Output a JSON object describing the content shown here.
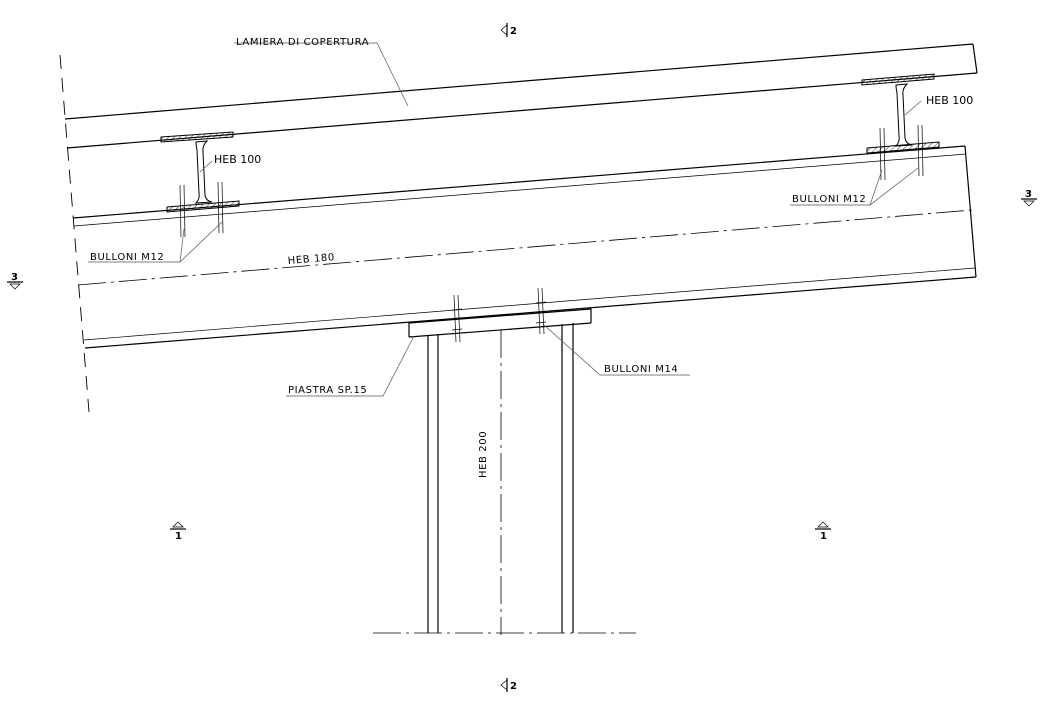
{
  "labels": {
    "roof_sheet": "LAMIERA DI COPERTURA",
    "purlin_left": "HEB 100",
    "purlin_right": "HEB 100",
    "bolts_left": "BULLONI M12",
    "bolts_right": "BULLONI M12",
    "main_beam": "HEB 180",
    "plate": "PIASTRA SP.15",
    "bolts_plate": "BULLONI M14",
    "column": "HEB 200"
  },
  "section_marks": {
    "top": "2",
    "bottom": "2",
    "left": "3",
    "right": "3",
    "lower_left": "1",
    "lower_right": "1"
  }
}
